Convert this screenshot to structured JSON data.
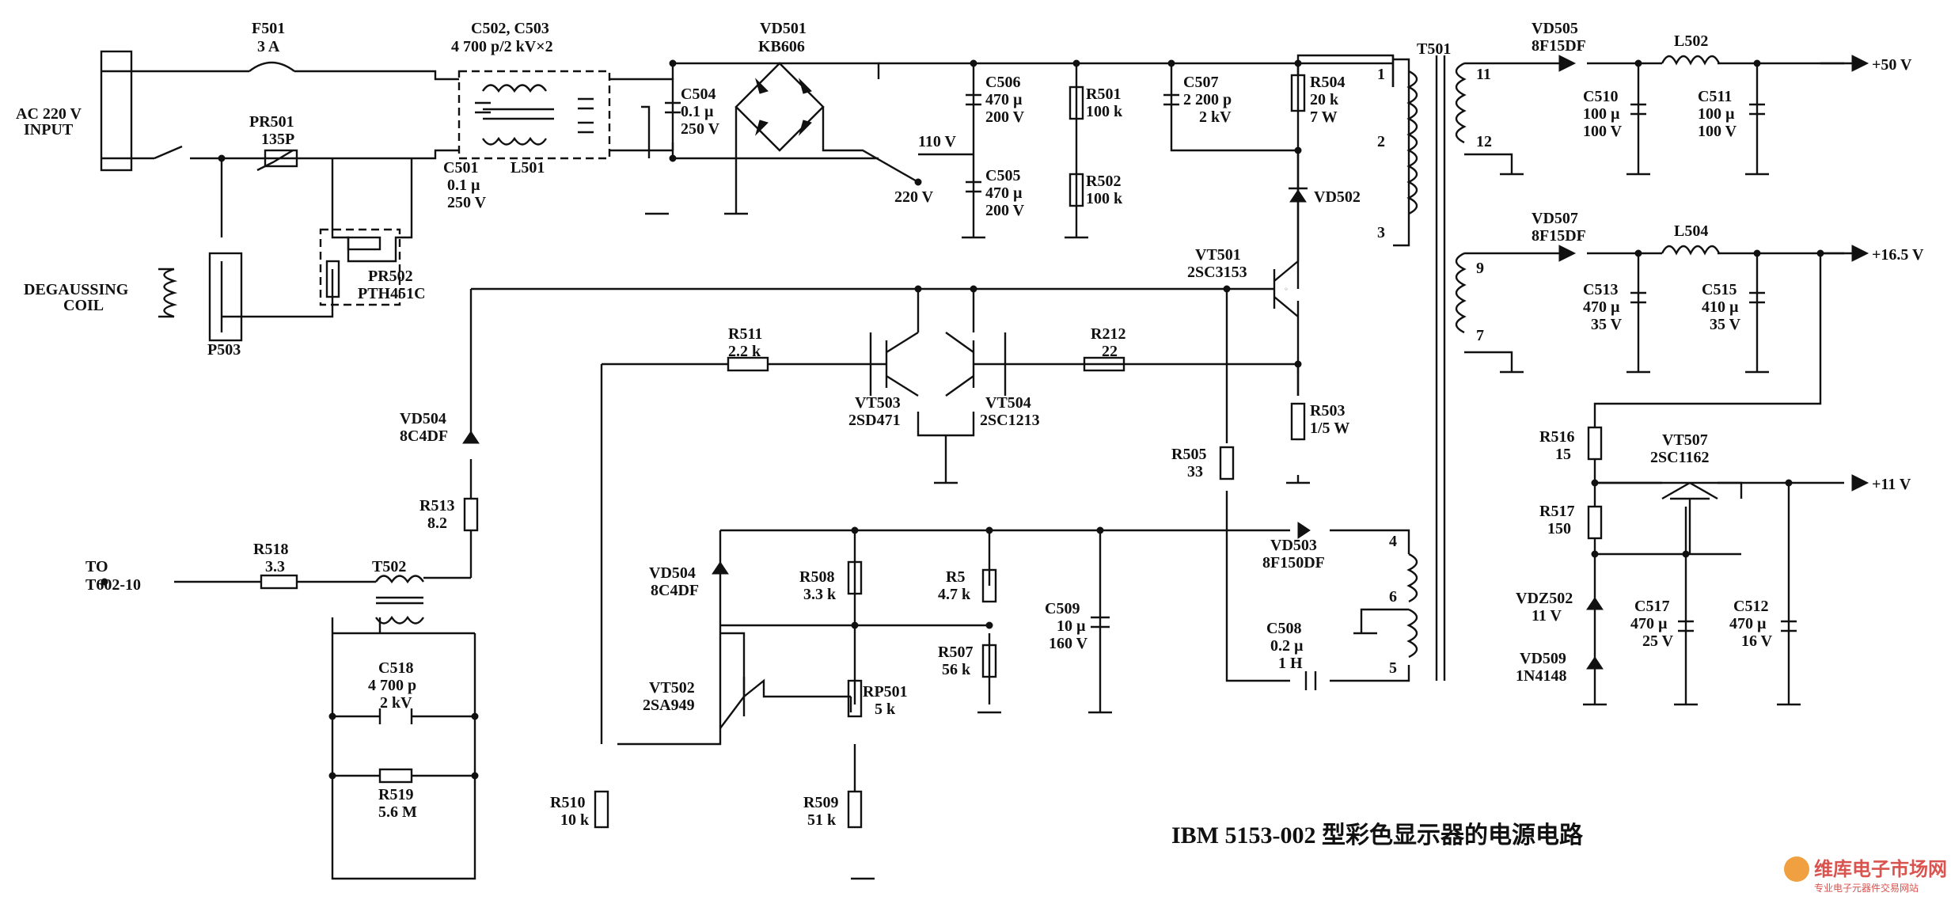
{
  "title": "IBM 5153-002 型彩色显示器的电源电路",
  "watermark": {
    "brand": "维库电子市场网",
    "tagline": "专业电子元器件交易网站"
  },
  "labels": {
    "ac_input": [
      "AC 220 V",
      "INPUT"
    ],
    "degauss": [
      "DEGAUSSING",
      "COIL"
    ],
    "to_t602": [
      "TO",
      "T602-10"
    ],
    "sel_110": "110 V",
    "sel_220": "220 V",
    "t501": "T501"
  },
  "components": [
    {
      "ref": "F501",
      "value": "3 A"
    },
    {
      "ref": "PR501",
      "value": "135P"
    },
    {
      "ref": "PR502",
      "value": "PTH451C"
    },
    {
      "ref": "P503",
      "value": ""
    },
    {
      "ref": "C502, C503",
      "value": "4 700 p/2 kV×2"
    },
    {
      "ref": "C501",
      "value": "0.1 µ",
      "value2": "250 V"
    },
    {
      "ref": "L501",
      "value": ""
    },
    {
      "ref": "C504",
      "value": "0.1 µ",
      "value2": "250 V"
    },
    {
      "ref": "VD501",
      "value": "KB606"
    },
    {
      "ref": "C506",
      "value": "470 µ",
      "value2": "200 V"
    },
    {
      "ref": "C505",
      "value": "470 µ",
      "value2": "200 V"
    },
    {
      "ref": "R501",
      "value": "100 k"
    },
    {
      "ref": "R502",
      "value": "100 k"
    },
    {
      "ref": "C507",
      "value": "2 200 p",
      "value2": "2 kV"
    },
    {
      "ref": "R504",
      "value": "20 k",
      "value2": "7 W"
    },
    {
      "ref": "VD502",
      "value": ""
    },
    {
      "ref": "VT501",
      "value": "2SC3153"
    },
    {
      "ref": "R511",
      "value": "2.2 k"
    },
    {
      "ref": "R212",
      "value": "22"
    },
    {
      "ref": "VT503",
      "value": "2SD471"
    },
    {
      "ref": "VT504",
      "value": "2SC1213"
    },
    {
      "ref": "R503",
      "value": "1/5 W"
    },
    {
      "ref": "R505",
      "value": "33"
    },
    {
      "ref": "VD504",
      "value": "8C4DF"
    },
    {
      "ref": "R513",
      "value": "8.2"
    },
    {
      "ref": "R518",
      "value": "3.3"
    },
    {
      "ref": "T502",
      "value": ""
    },
    {
      "ref": "C518",
      "value": "4 700 p",
      "value2": "2 kV"
    },
    {
      "ref": "R519",
      "value": "5.6 M"
    },
    {
      "ref": "VD504",
      "value": "8C4DF"
    },
    {
      "ref": "R508",
      "value": "3.3 k"
    },
    {
      "ref": "R5",
      "value": "4.7 k"
    },
    {
      "ref": "R507",
      "value": "56 k"
    },
    {
      "ref": "VT502",
      "value": "2SA949"
    },
    {
      "ref": "RP501",
      "value": "5 k"
    },
    {
      "ref": "R509",
      "value": "51 k"
    },
    {
      "ref": "R510",
      "value": "10 k"
    },
    {
      "ref": "C509",
      "value": "10 µ",
      "value2": "160 V"
    },
    {
      "ref": "VD503",
      "value": "8F150DF"
    },
    {
      "ref": "C508",
      "value": "0.2 µ",
      "value2": "1 H"
    },
    {
      "ref": "VD505",
      "value": "8F15DF"
    },
    {
      "ref": "L502",
      "value": ""
    },
    {
      "ref": "C510",
      "value": "100 µ",
      "value2": "100 V"
    },
    {
      "ref": "C511",
      "value": "100 µ",
      "value2": "100 V"
    },
    {
      "ref": "VD507",
      "value": "8F15DF"
    },
    {
      "ref": "L504",
      "value": ""
    },
    {
      "ref": "C513",
      "value": "470 µ",
      "value2": "35 V"
    },
    {
      "ref": "C515",
      "value": "410 µ",
      "value2": "35 V"
    },
    {
      "ref": "R516",
      "value": "15"
    },
    {
      "ref": "VT507",
      "value": "2SC1162"
    },
    {
      "ref": "R517",
      "value": "150"
    },
    {
      "ref": "VDZ502",
      "value": "11 V"
    },
    {
      "ref": "C517",
      "value": "470 µ",
      "value2": "25 V"
    },
    {
      "ref": "C512",
      "value": "470 µ",
      "value2": "16 V"
    },
    {
      "ref": "VD509",
      "value": "1N4148"
    }
  ],
  "outputs": [
    "+50 V",
    "+16.5 V",
    "+11 V"
  ],
  "pins": [
    "1",
    "2",
    "3",
    "4",
    "6",
    "5",
    "11",
    "12",
    "9",
    "7"
  ]
}
